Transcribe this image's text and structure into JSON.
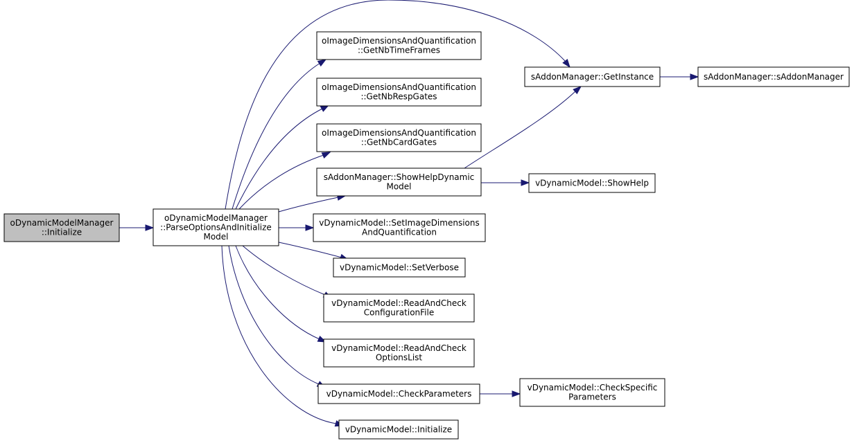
{
  "diagram": {
    "type": "call-graph",
    "colors": {
      "edge": "#191970",
      "root_fill": "#bfbfbf",
      "node_fill": "#ffffff",
      "border": "#000000"
    },
    "nodes": [
      {
        "id": "n0",
        "name": "node-odynamicmodelmanager-initialize",
        "lines": [
          "oDynamicModelManager",
          "::Initialize"
        ],
        "root": true
      },
      {
        "id": "n1",
        "name": "node-parseoptionsandinitializemodel",
        "lines": [
          "oDynamicModelManager",
          "::ParseOptionsAndInitialize",
          "Model"
        ]
      },
      {
        "id": "n2",
        "name": "node-saddonmanager-getinstance",
        "lines": [
          "sAddonManager::GetInstance"
        ]
      },
      {
        "id": "n3",
        "name": "node-saddonmanager-saddonmanager",
        "lines": [
          "sAddonManager::sAddonManager"
        ]
      },
      {
        "id": "n4",
        "name": "node-getnbtimeframes",
        "lines": [
          "oImageDimensionsAndQuantification",
          "::GetNbTimeFrames"
        ]
      },
      {
        "id": "n5",
        "name": "node-getnbrespgates",
        "lines": [
          "oImageDimensionsAndQuantification",
          "::GetNbRespGates"
        ]
      },
      {
        "id": "n6",
        "name": "node-getnbcardgates",
        "lines": [
          "oImageDimensionsAndQuantification",
          "::GetNbCardGates"
        ]
      },
      {
        "id": "n7",
        "name": "node-showhelpdynamicmodel",
        "lines": [
          "sAddonManager::ShowHelpDynamic",
          "Model"
        ]
      },
      {
        "id": "n8",
        "name": "node-vdynamicmodel-showhelp",
        "lines": [
          "vDynamicModel::ShowHelp"
        ]
      },
      {
        "id": "n9",
        "name": "node-setimagedimensionsandquantification",
        "lines": [
          "vDynamicModel::SetImageDimensions",
          "AndQuantification"
        ]
      },
      {
        "id": "n10",
        "name": "node-setverbose",
        "lines": [
          "vDynamicModel::SetVerbose"
        ]
      },
      {
        "id": "n11",
        "name": "node-readandcheckconfigurationfile",
        "lines": [
          "vDynamicModel::ReadAndCheck",
          "ConfigurationFile"
        ]
      },
      {
        "id": "n12",
        "name": "node-readandcheckoptionslist",
        "lines": [
          "vDynamicModel::ReadAndCheck",
          "OptionsList"
        ]
      },
      {
        "id": "n13",
        "name": "node-checkparameters",
        "lines": [
          "vDynamicModel::CheckParameters"
        ]
      },
      {
        "id": "n14",
        "name": "node-checkspecificparameters",
        "lines": [
          "vDynamicModel::CheckSpecific",
          "Parameters"
        ]
      },
      {
        "id": "n15",
        "name": "node-vdynamicmodel-initialize",
        "lines": [
          "vDynamicModel::Initialize"
        ]
      }
    ],
    "edges": [
      {
        "from": "n0",
        "to": "n1"
      },
      {
        "from": "n1",
        "to": "n2"
      },
      {
        "from": "n1",
        "to": "n4"
      },
      {
        "from": "n1",
        "to": "n5"
      },
      {
        "from": "n1",
        "to": "n6"
      },
      {
        "from": "n1",
        "to": "n7"
      },
      {
        "from": "n1",
        "to": "n9"
      },
      {
        "from": "n1",
        "to": "n10"
      },
      {
        "from": "n1",
        "to": "n11"
      },
      {
        "from": "n1",
        "to": "n12"
      },
      {
        "from": "n1",
        "to": "n13"
      },
      {
        "from": "n1",
        "to": "n15"
      },
      {
        "from": "n2",
        "to": "n3"
      },
      {
        "from": "n7",
        "to": "n2"
      },
      {
        "from": "n7",
        "to": "n8"
      },
      {
        "from": "n13",
        "to": "n14"
      }
    ]
  }
}
